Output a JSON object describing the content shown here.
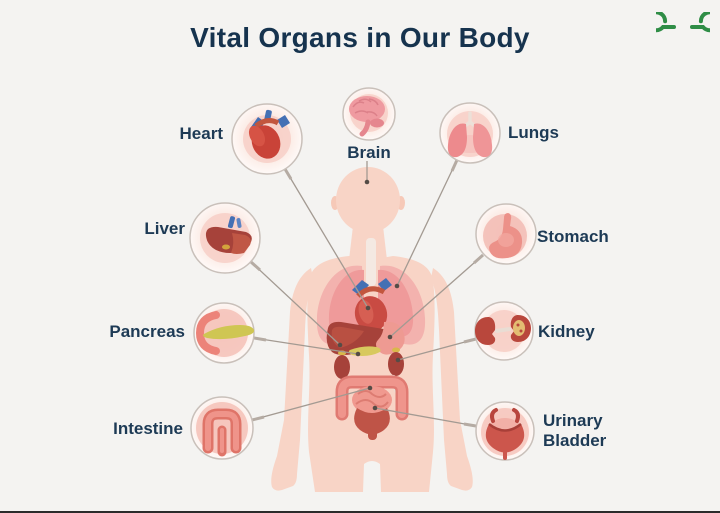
{
  "title": "Vital Organs in Our Body",
  "brand": {
    "icon": "geeksforgeeks-gg-icon",
    "color": "#2f8d46"
  },
  "colors": {
    "background": "#f4f3f1",
    "heading": "#16334e",
    "label": "#1d3a55",
    "circle_border": "#c9c0ba",
    "connector": "#a39a92",
    "body_skin": "#f8d4c6",
    "organ_red": "#c94b43",
    "organ_pink": "#ee9a92",
    "pancreas_yellow": "#cfc653",
    "vessel_blue": "#4470b4"
  },
  "organs": [
    {
      "id": "heart",
      "label": "Heart",
      "label_side": "left"
    },
    {
      "id": "brain",
      "label": "Brain",
      "label_side": "below"
    },
    {
      "id": "lungs",
      "label": "Lungs",
      "label_side": "right"
    },
    {
      "id": "liver",
      "label": "Liver",
      "label_side": "left"
    },
    {
      "id": "stomach",
      "label": "Stomach",
      "label_side": "right"
    },
    {
      "id": "pancreas",
      "label": "Pancreas",
      "label_side": "left"
    },
    {
      "id": "kidney",
      "label": "Kidney",
      "label_side": "right"
    },
    {
      "id": "intestine",
      "label": "Intestine",
      "label_side": "left"
    },
    {
      "id": "urinary-bladder",
      "label": "Urinary Bladder",
      "label_side": "right"
    }
  ]
}
